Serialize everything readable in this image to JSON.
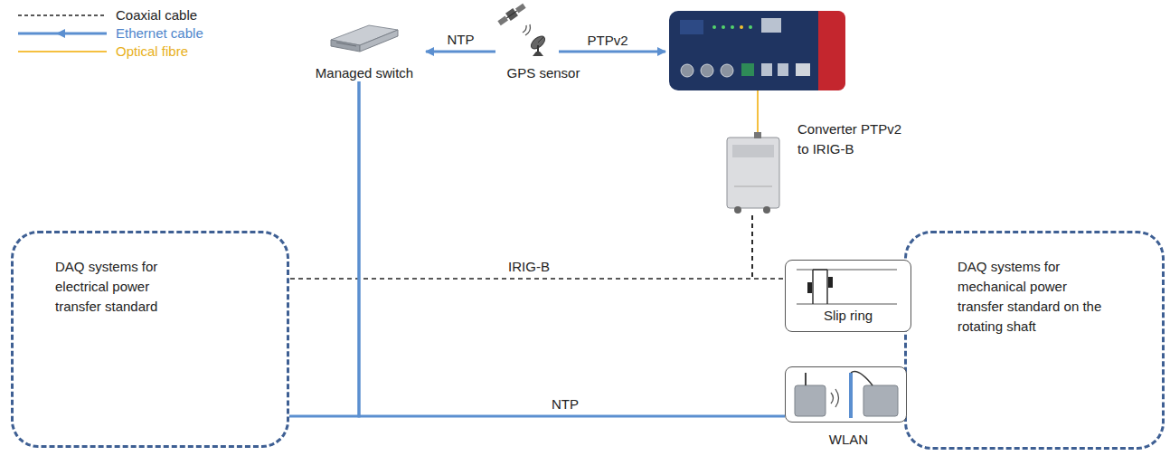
{
  "diagram": {
    "nodes": [
      {
        "text": [
          "Managed switch"
        ]
      },
      {
        "text": [
          "GPS sensor"
        ]
      },
      {
        "text": [
          "Converter PTPv2 to IRIG-B"
        ]
      },
      {
        "text": [
          "DAQ systems for electrical power transfer standard"
        ]
      },
      {
        "text": [
          "Slip ring"
        ]
      },
      {
        "text": [
          "WLAN"
        ]
      },
      {
        "text": [
          "DAQ systems for mechanical power transfer standard on the rotating shaft"
        ]
      }
    ],
    "edges": [
      {
        "from": 1,
        "to": 0,
        "arrow": "to",
        "label": "NTP"
      },
      {
        "from": 2,
        "to": 3,
        "arrow": "none",
        "label": "IRIG-B"
      },
      {
        "from": 2,
        "to": 4,
        "arrow": "none"
      },
      {
        "from": 0,
        "to": 3,
        "arrow": "none"
      },
      {
        "from": 0,
        "to": 5,
        "arrow": "none",
        "label": "NTP"
      }
    ],
    "labels": [
      "PTPv2"
    ],
    "legend": [
      {
        "text": "Coaxial cable"
      },
      {
        "text": "Ethernet cable"
      },
      {
        "text": "Optical fibre"
      }
    ]
  }
}
